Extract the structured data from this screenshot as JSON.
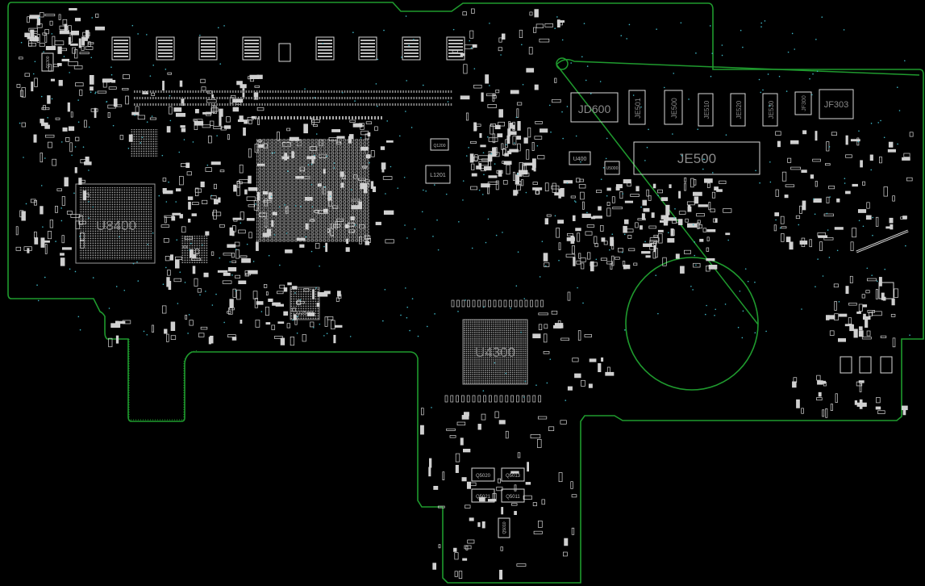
{
  "board": {
    "outline_color": "#1f9a2e",
    "silk_color": "#d8d8d8",
    "via_color": "#3fb6c6",
    "background": "#000000"
  },
  "labels": {
    "u8400": "U8400",
    "u4300": "U4300",
    "je500": "JE500",
    "jd600": "JD600",
    "jf303": "JF303",
    "je501": "JE501",
    "je502": "JE500",
    "je510": "JE510",
    "je520": "JE520",
    "je530": "JE530",
    "jf300": "JF300",
    "u400": "U400",
    "l1201": "L1201",
    "q1200": "Q1200",
    "u2500": "U2500",
    "q5020": "Q5020",
    "q5013": "Q5013",
    "q5021": "Q5021",
    "q5011": "Q5011",
    "q5010": "Q5010",
    "q1300": "Q1300",
    "u5000": "U5000"
  }
}
